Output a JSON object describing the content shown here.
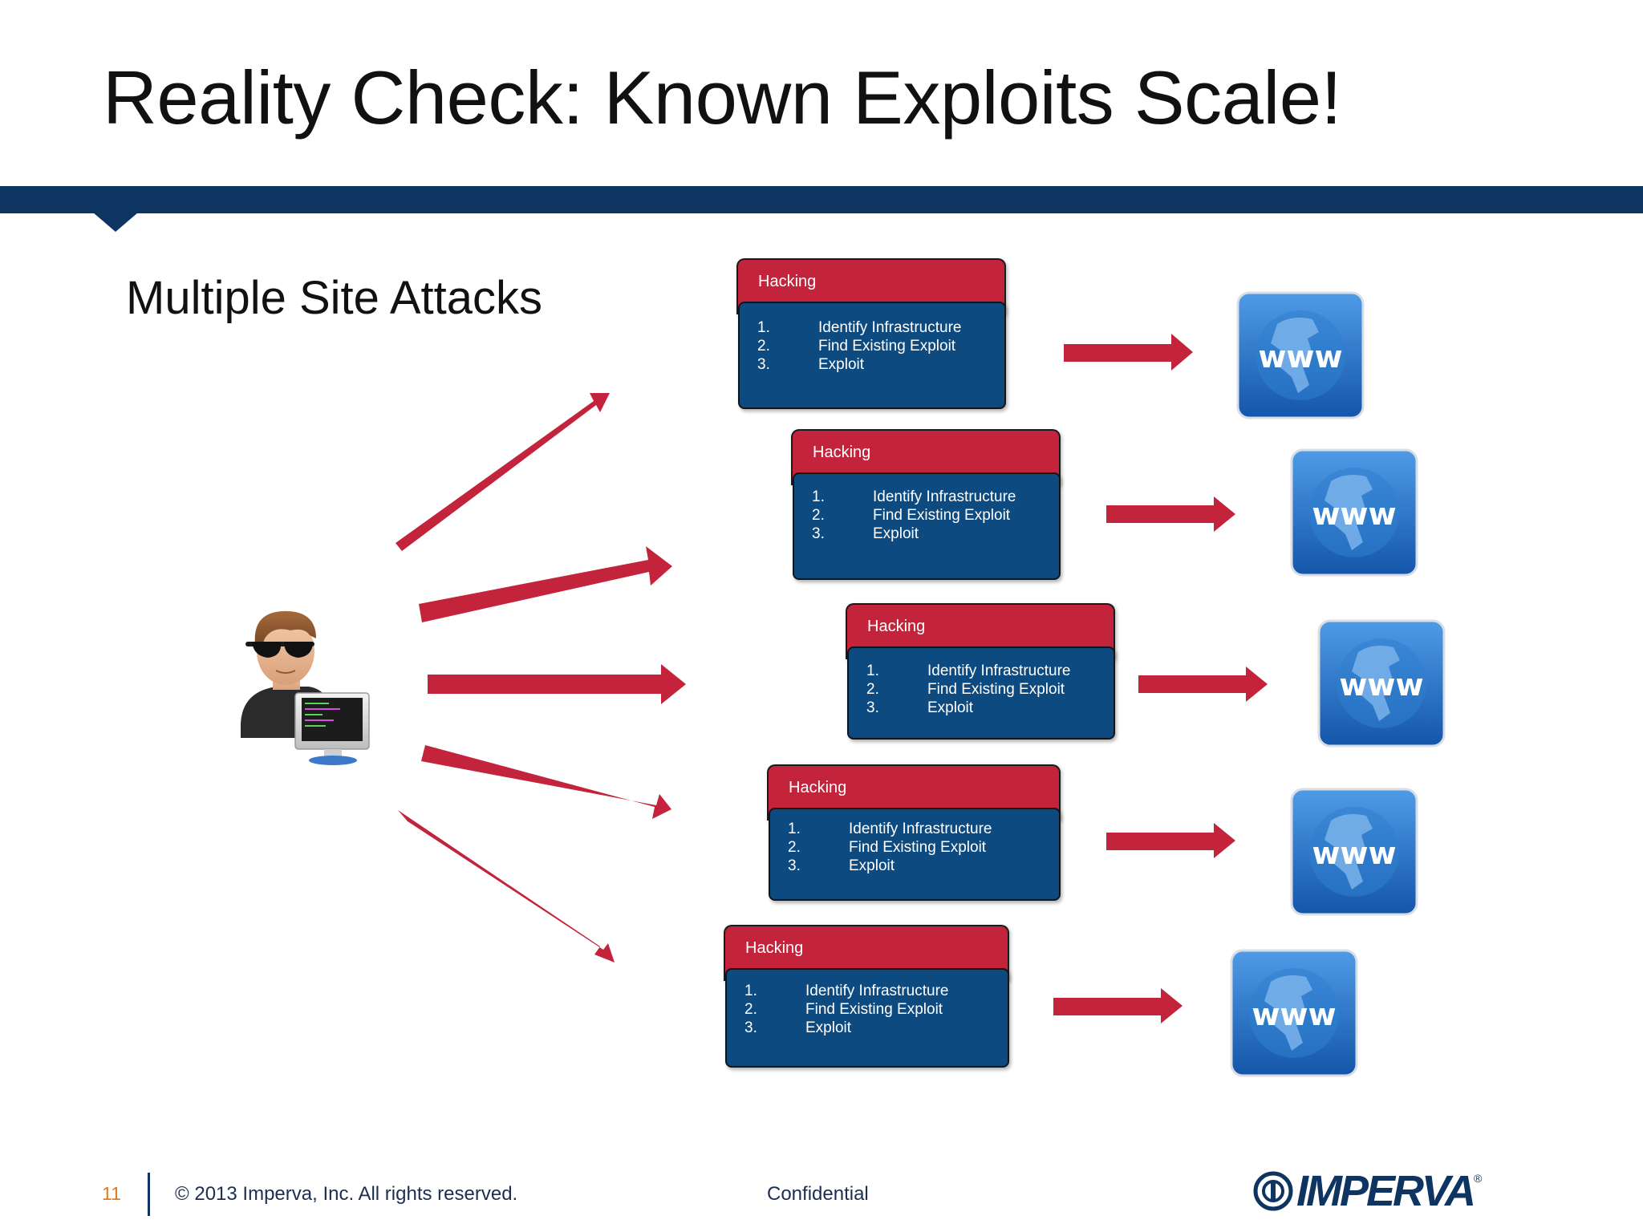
{
  "slide": {
    "title": "Reality Check: Known Exploits Scale!",
    "subtitle": "Multiple Site Attacks"
  },
  "cards": [
    {
      "header": "Hacking",
      "steps": [
        {
          "num": "1.",
          "text": "Identify Infrastructure"
        },
        {
          "num": "2.",
          "text": "Find Existing Exploit"
        },
        {
          "num": "3.",
          "text": "Exploit"
        }
      ]
    },
    {
      "header": "Hacking",
      "steps": [
        {
          "num": "1.",
          "text": "Identify Infrastructure"
        },
        {
          "num": "2.",
          "text": "Find Existing Exploit"
        },
        {
          "num": "3.",
          "text": "Exploit"
        }
      ]
    },
    {
      "header": "Hacking",
      "steps": [
        {
          "num": "1.",
          "text": "Identify Infrastructure"
        },
        {
          "num": "2.",
          "text": "Find Existing Exploit"
        },
        {
          "num": "3.",
          "text": "Exploit"
        }
      ]
    },
    {
      "header": "Hacking",
      "steps": [
        {
          "num": "1.",
          "text": "Identify Infrastructure"
        },
        {
          "num": "2.",
          "text": "Find Existing Exploit"
        },
        {
          "num": "3.",
          "text": "Exploit"
        }
      ]
    },
    {
      "header": "Hacking",
      "steps": [
        {
          "num": "1.",
          "text": "Identify Infrastructure"
        },
        {
          "num": "2.",
          "text": "Find Existing Exploit"
        },
        {
          "num": "3.",
          "text": "Exploit"
        }
      ]
    }
  ],
  "website_label": "www",
  "icons": {
    "attacker": "hacker-at-computer-icon",
    "website": "globe-www-icon",
    "arrow": "arrow-icon"
  },
  "colors": {
    "title_bar": "#0e3461",
    "card_header": "#c3243b",
    "card_body": "#0d4a80",
    "arrow": "#c3243b",
    "page_number": "#e07b22"
  },
  "footer": {
    "page_number": "11",
    "copyright": "© 2013 Imperva, Inc. All rights reserved.",
    "confidential": "Confidential",
    "logo_text": "IMPERVA",
    "logo_reg": "®"
  }
}
